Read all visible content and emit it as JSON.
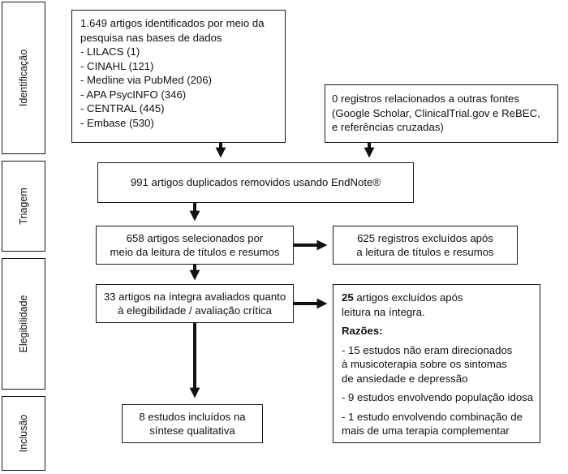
{
  "phases": {
    "identificacao": "Identificação",
    "triagem": "Triagem",
    "elegibilidade": "Elegibilidade",
    "inclusao": "Inclusão"
  },
  "boxes": {
    "databases": {
      "line1": "1.649 artigos identificados por meio da",
      "line2": "pesquisa nas bases de dados",
      "items": [
        "- LILACS (1)",
        "- CINAHL (121)",
        "- Medline via PubMed (206)",
        "- APA PsycINFO (346)",
        "- CENTRAL (445)",
        "- Embase (530)"
      ]
    },
    "other_sources": {
      "line1": "0 registros relacionados a outras fontes",
      "line2": "(Google Scholar, ClinicalTrial.gov e ReBEC,",
      "line3": "e referências cruzadas)"
    },
    "duplicates": {
      "text": "991 artigos duplicados removidos usando EndNote®"
    },
    "selected": {
      "line1": "658 artigos selecionados por",
      "line2": "meio da leitura de títulos e resumos"
    },
    "excluded_titles": {
      "line1": "625 registros excluídos após",
      "line2": "a leitura de títulos e resumos"
    },
    "fulltext": {
      "line1": "33 artigos na íntegra avaliados quanto",
      "line2": "à elegibilidade / avaliação crítica"
    },
    "excluded_fulltext": {
      "count": "25",
      "line1_rest": " artigos excluídos após",
      "line2": "leitura na íntegra.",
      "reasons_title": "Razões:",
      "reason1": [
        "- 15 estudos não eram direcionados",
        "à musicoterapia sobre os sintomas",
        "de ansiedade e depressão"
      ],
      "reason2": [
        "- 9 estudos envolvendo população idosa"
      ],
      "reason3": [
        "- 1 estudo envolvendo combinação de",
        "mais de uma terapia complementar"
      ]
    },
    "included": {
      "line1": "8 estudos incluídos na",
      "line2": "síntese qualitativa"
    }
  }
}
